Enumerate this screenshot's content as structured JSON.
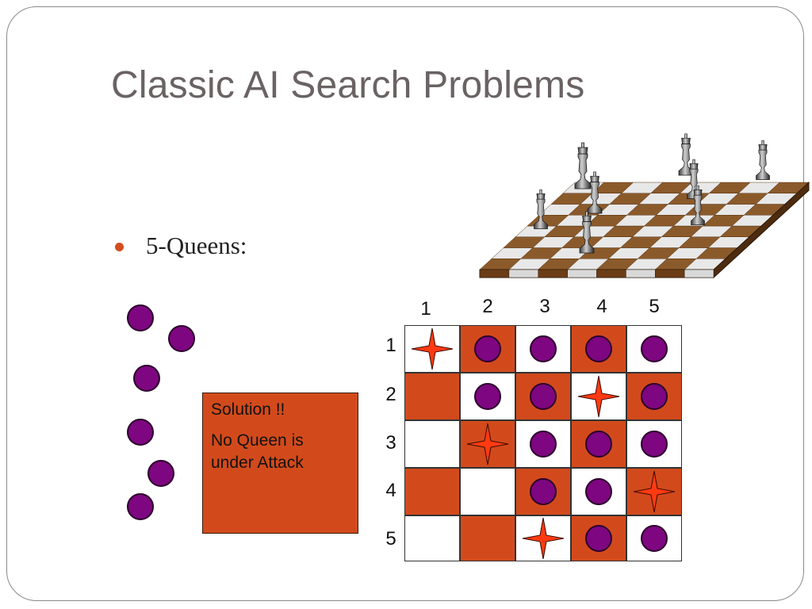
{
  "slide": {
    "title": "Classic AI Search Problems",
    "bullet": "5-Queens:"
  },
  "colors": {
    "accent_orange": "#d24a1c",
    "queen_purple": "#7e0680",
    "star_red": "#ff3a12",
    "title_gray": "#6a6263",
    "board_brown": "#8b5a2b"
  },
  "icons": {
    "queen": "purple-circle-queen-icon",
    "attacking_queen": "red-four-point-star-icon",
    "illustration": "chess-board-with-pieces-icon"
  },
  "solution_box": {
    "heading": "Solution !!",
    "body": "No Queen is under Attack"
  },
  "board": {
    "column_labels": [
      "1",
      "2",
      "3",
      "4",
      "5"
    ],
    "row_labels": [
      "1",
      "2",
      "3",
      "4",
      "5"
    ],
    "rows": [
      [
        "star",
        "queen",
        "queen",
        "queen",
        "queen"
      ],
      [
        "empty",
        "queen",
        "queen",
        "star",
        "queen"
      ],
      [
        "empty",
        "star",
        "queen",
        "queen",
        "queen"
      ],
      [
        "empty",
        "empty",
        "queen",
        "queen",
        "star"
      ],
      [
        "empty",
        "empty",
        "star",
        "queen",
        "queen"
      ]
    ],
    "shading": [
      [
        "white",
        "orange",
        "white",
        "orange",
        "white"
      ],
      [
        "orange",
        "white",
        "orange",
        "white",
        "orange"
      ],
      [
        "white",
        "orange",
        "white",
        "orange",
        "white"
      ],
      [
        "orange",
        "white",
        "orange",
        "white",
        "orange"
      ],
      [
        "white",
        "orange",
        "white",
        "orange",
        "white"
      ]
    ]
  },
  "loose_queen_count": 6
}
